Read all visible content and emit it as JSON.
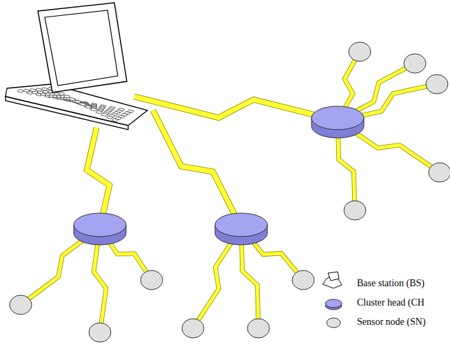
{
  "diagram": {
    "legend": [
      {
        "text": "Base station (BS)"
      },
      {
        "text": "Cluster head (CH"
      },
      {
        "text": "Sensor node (SN)"
      }
    ]
  }
}
